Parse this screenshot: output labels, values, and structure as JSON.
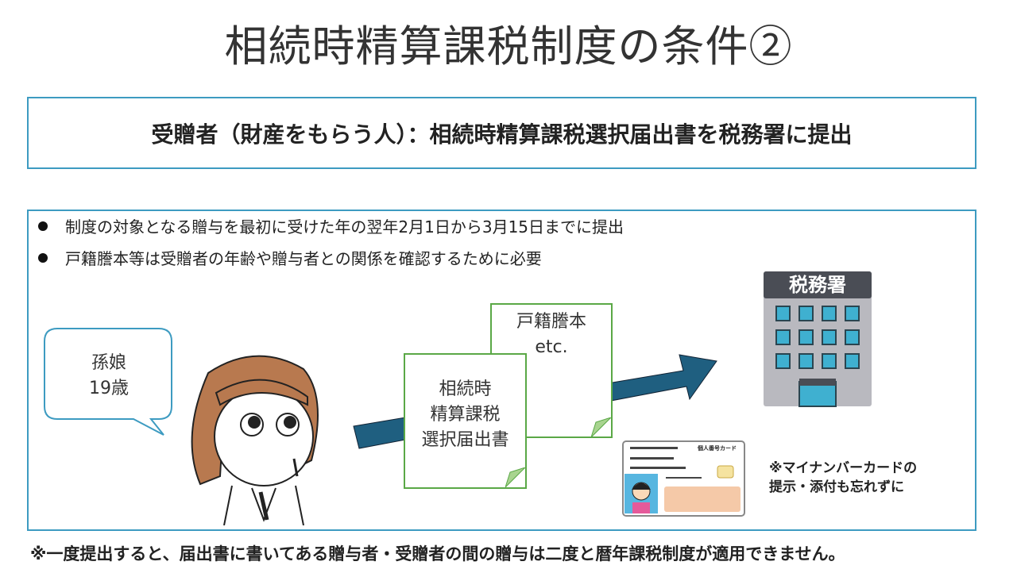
{
  "title": "相続時精算課税制度の条件②",
  "headline": "受贈者（財産をもらう人）：相続時精算課税選択届出書を税務署に提出",
  "bullets": [
    "制度の対象となる贈与を最初に受けた年の翌年2月1日から3月15日までに提出",
    "戸籍謄本等は受贈者の年齢や贈与者との関係を確認するために必要"
  ],
  "bubble": {
    "line1": "孫娘",
    "line2": "19歳"
  },
  "doc_back": {
    "line1": "戸籍謄本",
    "line2": "etc."
  },
  "doc_front": {
    "line1": "相続時",
    "line2": "精算課税",
    "line3": "選択届出書"
  },
  "building_sign": "税務署",
  "card_label": "個人番号カード",
  "note": {
    "line1": "※マイナンバーカードの",
    "line2": "提示・添付も忘れずに"
  },
  "footer": "※一度提出すると、届出書に書いてある贈与者・受贈者の間の贈与は二度と暦年課税制度が適用できません。",
  "colors": {
    "border": "#3d9bc1",
    "arrow": "#1f5f80",
    "doc": "#5aa846"
  }
}
